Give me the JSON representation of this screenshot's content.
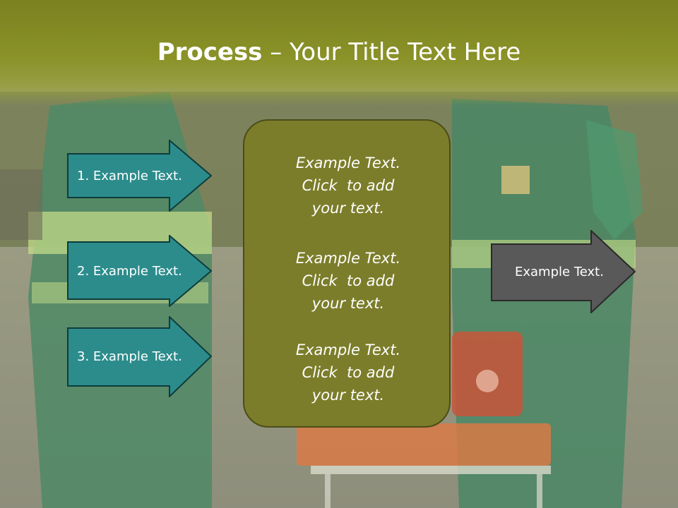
{
  "title": {
    "bold": "Process",
    "rest": " – Your Title Text Here"
  },
  "left_arrows": [
    {
      "label": "1. Example Text."
    },
    {
      "label": "2. Example Text."
    },
    {
      "label": "3. Example Text."
    }
  ],
  "center_box": {
    "paragraphs": [
      {
        "line1": "Example Text.",
        "line2": "Click  to add",
        "line3": "your text."
      },
      {
        "line1": "Example Text.",
        "line2": "Click  to add",
        "line3": "your text."
      },
      {
        "line1": "Example Text.",
        "line2": "Click  to add",
        "line3": "your text."
      }
    ]
  },
  "right_arrow": {
    "label": "Example Text."
  },
  "colors": {
    "header": "#7b8120",
    "teal_arrow": "#2c8c8c",
    "olive_box": "#7b7d2a",
    "gray_arrow": "#595959"
  }
}
